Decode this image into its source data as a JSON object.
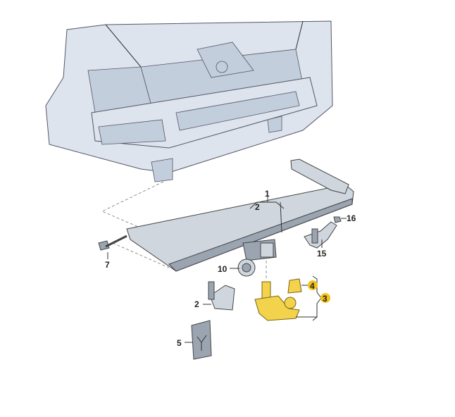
{
  "diagram": {
    "title": "Towing bracket exploded view",
    "colors": {
      "highlight": "#f3c21a",
      "part_highlight": "#f3d24c",
      "body": "#dde4ee",
      "steel": "#cfd6de"
    },
    "callouts": [
      {
        "id": "c1",
        "label": "1",
        "highlighted": false
      },
      {
        "id": "c2a",
        "label": "2",
        "highlighted": false
      },
      {
        "id": "c16",
        "label": "16",
        "highlighted": false
      },
      {
        "id": "c15",
        "label": "15",
        "highlighted": false
      },
      {
        "id": "c7",
        "label": "7",
        "highlighted": false
      },
      {
        "id": "c10",
        "label": "10",
        "highlighted": false
      },
      {
        "id": "c4",
        "label": "4",
        "highlighted": true
      },
      {
        "id": "c3",
        "label": "3",
        "highlighted": true
      },
      {
        "id": "c2b",
        "label": "2",
        "highlighted": false
      },
      {
        "id": "c5",
        "label": "5",
        "highlighted": false
      }
    ]
  }
}
